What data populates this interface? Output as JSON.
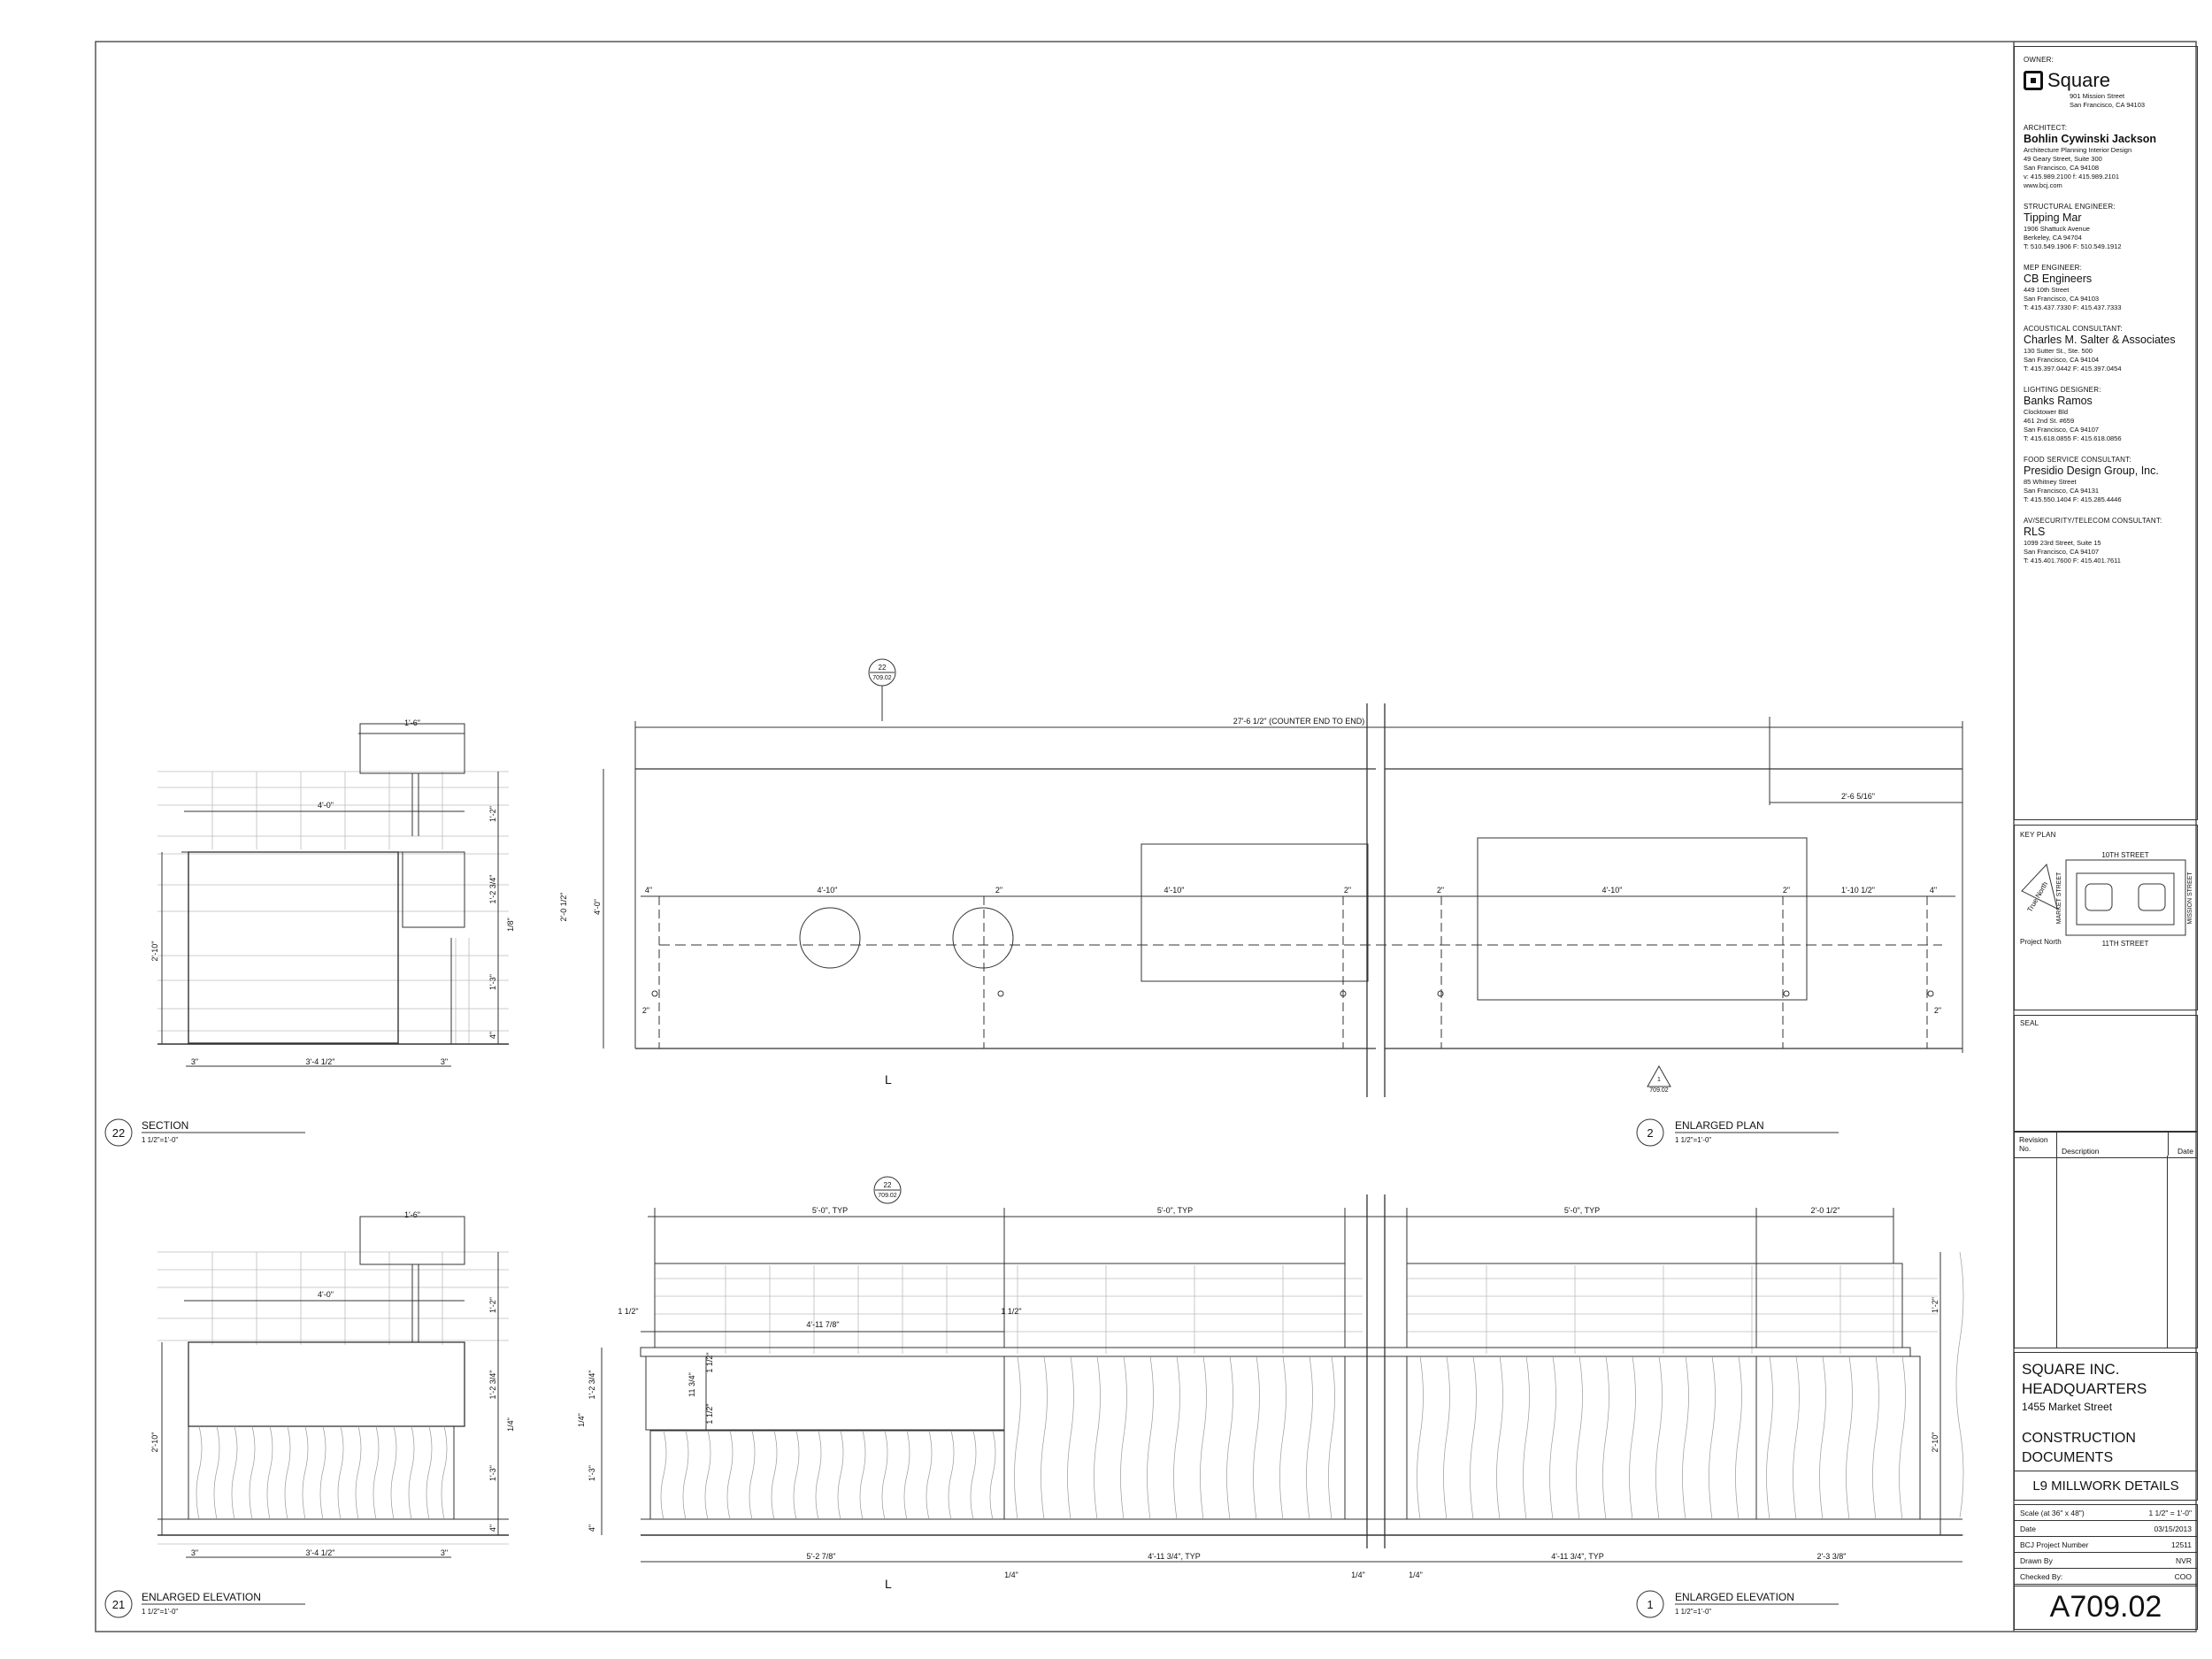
{
  "drawings": {
    "section22": {
      "number": "22",
      "title": "SECTION",
      "scale": "1 1/2\"=1'-0\"",
      "dims": [
        "1'-6\"",
        "4'-0\"",
        "1'-2\"",
        "1'-2 3/4\"",
        "1/8\"",
        "1'-3\"",
        "4\"",
        "2'-10\"",
        "3\"",
        "3'-4 1/2\"",
        "3\""
      ]
    },
    "plan2": {
      "number": "2",
      "title": "ENLARGED PLAN",
      "scale": "1 1/2\"=1'-0\"",
      "callout_top": "22",
      "callout_bot": "709.02",
      "overall": "27'-6 1/2\" (COUNTER END TO END)",
      "dims": [
        "2'-6 5/16\"",
        "4\"",
        "4'-10\"",
        "2\"",
        "4'-10\"",
        "2\"",
        "2\"",
        "4'-10\"",
        "2\"",
        "1'-10 1/2\"",
        "4\"",
        "2\"",
        "2\"",
        "4'-0\"",
        "2'-0 1/2\""
      ],
      "cut_top": "1",
      "cut_bot": "709.02",
      "center_mark": "L"
    },
    "elev21": {
      "number": "21",
      "title": "ENLARGED ELEVATION",
      "scale": "1 1/2\"=1'-0\"",
      "dims": [
        "1'-6\"",
        "4'-0\"",
        "1'-2\"",
        "1'-2 3/4\"",
        "1/4\"",
        "1'-3\"",
        "4\"",
        "2'-10\"",
        "3\"",
        "3'-4 1/2\"",
        "3\""
      ]
    },
    "elev1": {
      "number": "1",
      "title": "ENLARGED ELEVATION",
      "scale": "1 1/2\"=1'-0\"",
      "callout_top": "22",
      "callout_bot": "709.02",
      "dims_top": [
        "5'-0\", TYP",
        "5'-0\", TYP",
        "5'-0\", TYP",
        "2'-0 1/2\""
      ],
      "dims_mid": [
        "1 1/2\"",
        "4'-11 7/8\"",
        "1 1/2\""
      ],
      "dims_left": [
        "1'-2 3/4\"",
        "11 3/4\"",
        "1 1/2\"",
        "1 1/2\"",
        "1/4\"",
        "1'-3\"",
        "4\""
      ],
      "dims_right": [
        "1'-2\"",
        "2'-10\""
      ],
      "dims_bottom": [
        "5'-2 7/8\"",
        "4'-11 3/4\", TYP",
        "1/4\"",
        "1/4\"",
        "4'-11 3/4\", TYP",
        "1/4\"",
        "2'-3 3/8\""
      ],
      "center_mark": "L"
    }
  },
  "titleblock": {
    "owner_label": "OWNER:",
    "owner_name": "Square",
    "owner_addr1": "901 Mission Street",
    "owner_addr2": "San Francisco, CA 94103",
    "firms": [
      {
        "cat": "ARCHITECT:",
        "name": "Bohlin Cywinski Jackson",
        "lines": [
          "Architecture  Planning  Interior Design",
          "49 Geary Street, Suite 300",
          "San Francisco, CA 94108",
          "v: 415.989.2100   f: 415.989.2101",
          "www.bcj.com"
        ]
      },
      {
        "cat": "STRUCTURAL ENGINEER:",
        "name": "Tipping Mar",
        "lines": [
          "1906 Shattuck Avenue",
          "Berkeley, CA  94704",
          "T: 510.549.1906  F: 510.549.1912"
        ]
      },
      {
        "cat": "MEP ENGINEER:",
        "name": "CB Engineers",
        "lines": [
          "449 10th Street",
          "San Francisco, CA 94103",
          "T: 415.437.7330 F: 415.437.7333"
        ]
      },
      {
        "cat": "ACOUSTICAL CONSULTANT:",
        "name": "Charles M. Salter & Associates",
        "lines": [
          "130 Sutter St., Ste. 500",
          "San Francisco, CA  94104",
          "T: 415.397.0442  F: 415.397.0454"
        ]
      },
      {
        "cat": "LIGHTING DESIGNER:",
        "name": "Banks Ramos",
        "lines": [
          "Clocktower Bld",
          "461 2nd St. #659",
          "San Francisco, CA 94107",
          "T: 415.618.0855 F: 415.618.0856"
        ]
      },
      {
        "cat": "FOOD SERVICE CONSULTANT:",
        "name": "Presidio Design Group, Inc.",
        "lines": [
          "85 Whitney Street",
          "San Francisco, CA 94131",
          "T: 415.550.1404 F: 415.285.4446"
        ]
      },
      {
        "cat": "AV/SECURITY/TELECOM CONSULTANT:",
        "name": "RLS",
        "lines": [
          "1099 23rd Street, Suite 15",
          "San Francisco, CA 94107",
          "T: 415.401.7600 F: 415.401.7611"
        ]
      }
    ],
    "keyplan": {
      "label": "KEY PLAN",
      "street_top": "10TH STREET",
      "street_bottom": "11TH STREET",
      "street_left": "MARKET STREET",
      "street_right": "MISSION STREET",
      "true_north": "True North",
      "project_north": "Project North"
    },
    "seal_label": "SEAL",
    "revision_headers": [
      "Revision No.",
      "Description",
      "Date"
    ],
    "project_name_1": "SQUARE INC.",
    "project_name_2": "HEADQUARTERS",
    "project_address": "1455 Market Street",
    "phase_1": "CONSTRUCTION",
    "phase_2": "DOCUMENTS",
    "sheet_title": "L9 MILLWORK DETAILS",
    "info": [
      {
        "label": "Scale (at 36\" x 48\")",
        "value": "1 1/2\" = 1'-0\""
      },
      {
        "label": "Date",
        "value": "03/15/2013"
      },
      {
        "label": "BCJ Project Number",
        "value": "12511"
      },
      {
        "label": "Drawn By",
        "value": "NVR"
      },
      {
        "label": "Checked By:",
        "value": "COO"
      }
    ],
    "sheet_number": "A709.02"
  }
}
